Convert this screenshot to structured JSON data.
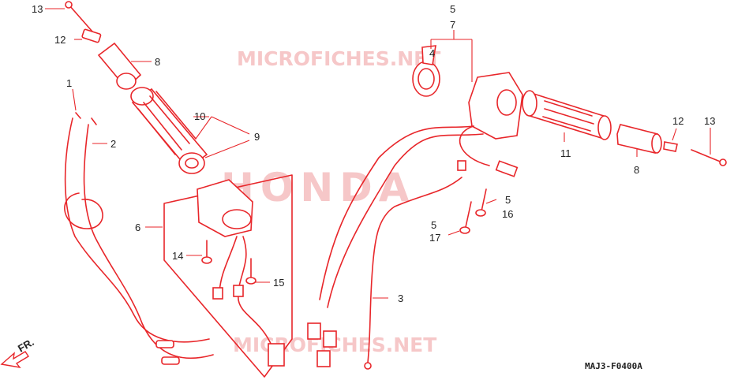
{
  "watermarks": {
    "site_top": "MICROFICHES.NET",
    "brand": "HONDA",
    "site_bottom": "MICROFICHES.NET"
  },
  "orientation": {
    "front_label": "FR."
  },
  "diagram_code": "MAJ3-F0400A",
  "callouts": {
    "c1": "1",
    "c2": "2",
    "c3": "3",
    "c4": "4",
    "c5a": "5",
    "c5b": "5",
    "c5c": "5",
    "c6": "6",
    "c7": "7",
    "c8a": "8",
    "c8b": "8",
    "c9": "9",
    "c10": "10",
    "c11": "11",
    "c12a": "12",
    "c12b": "12",
    "c13a": "13",
    "c13b": "13",
    "c14": "14",
    "c15": "15",
    "c16": "16",
    "c17": "17"
  },
  "colors": {
    "line": "#e8262a",
    "watermark": "#f6c7c8",
    "text": "#222222"
  }
}
